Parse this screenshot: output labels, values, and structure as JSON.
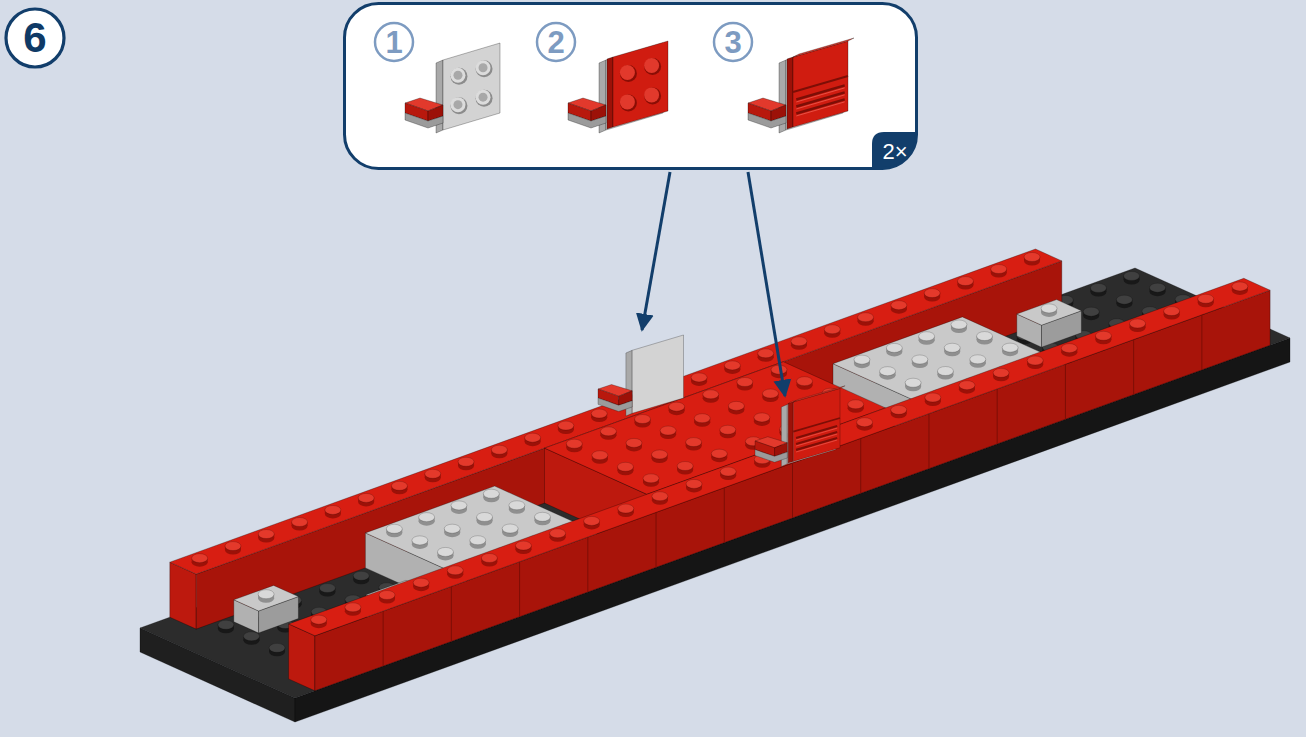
{
  "diagram": {
    "nodes": [
      {
        "text": [
          "6"
        ]
      },
      {
        "text": [
          "2×"
        ]
      },
      {
        "text": [
          "1"
        ],
        "in": 1
      },
      {
        "text": [
          "2"
        ],
        "in": 1
      },
      {
        "text": [
          "3"
        ],
        "in": 1
      }
    ]
  }
}
